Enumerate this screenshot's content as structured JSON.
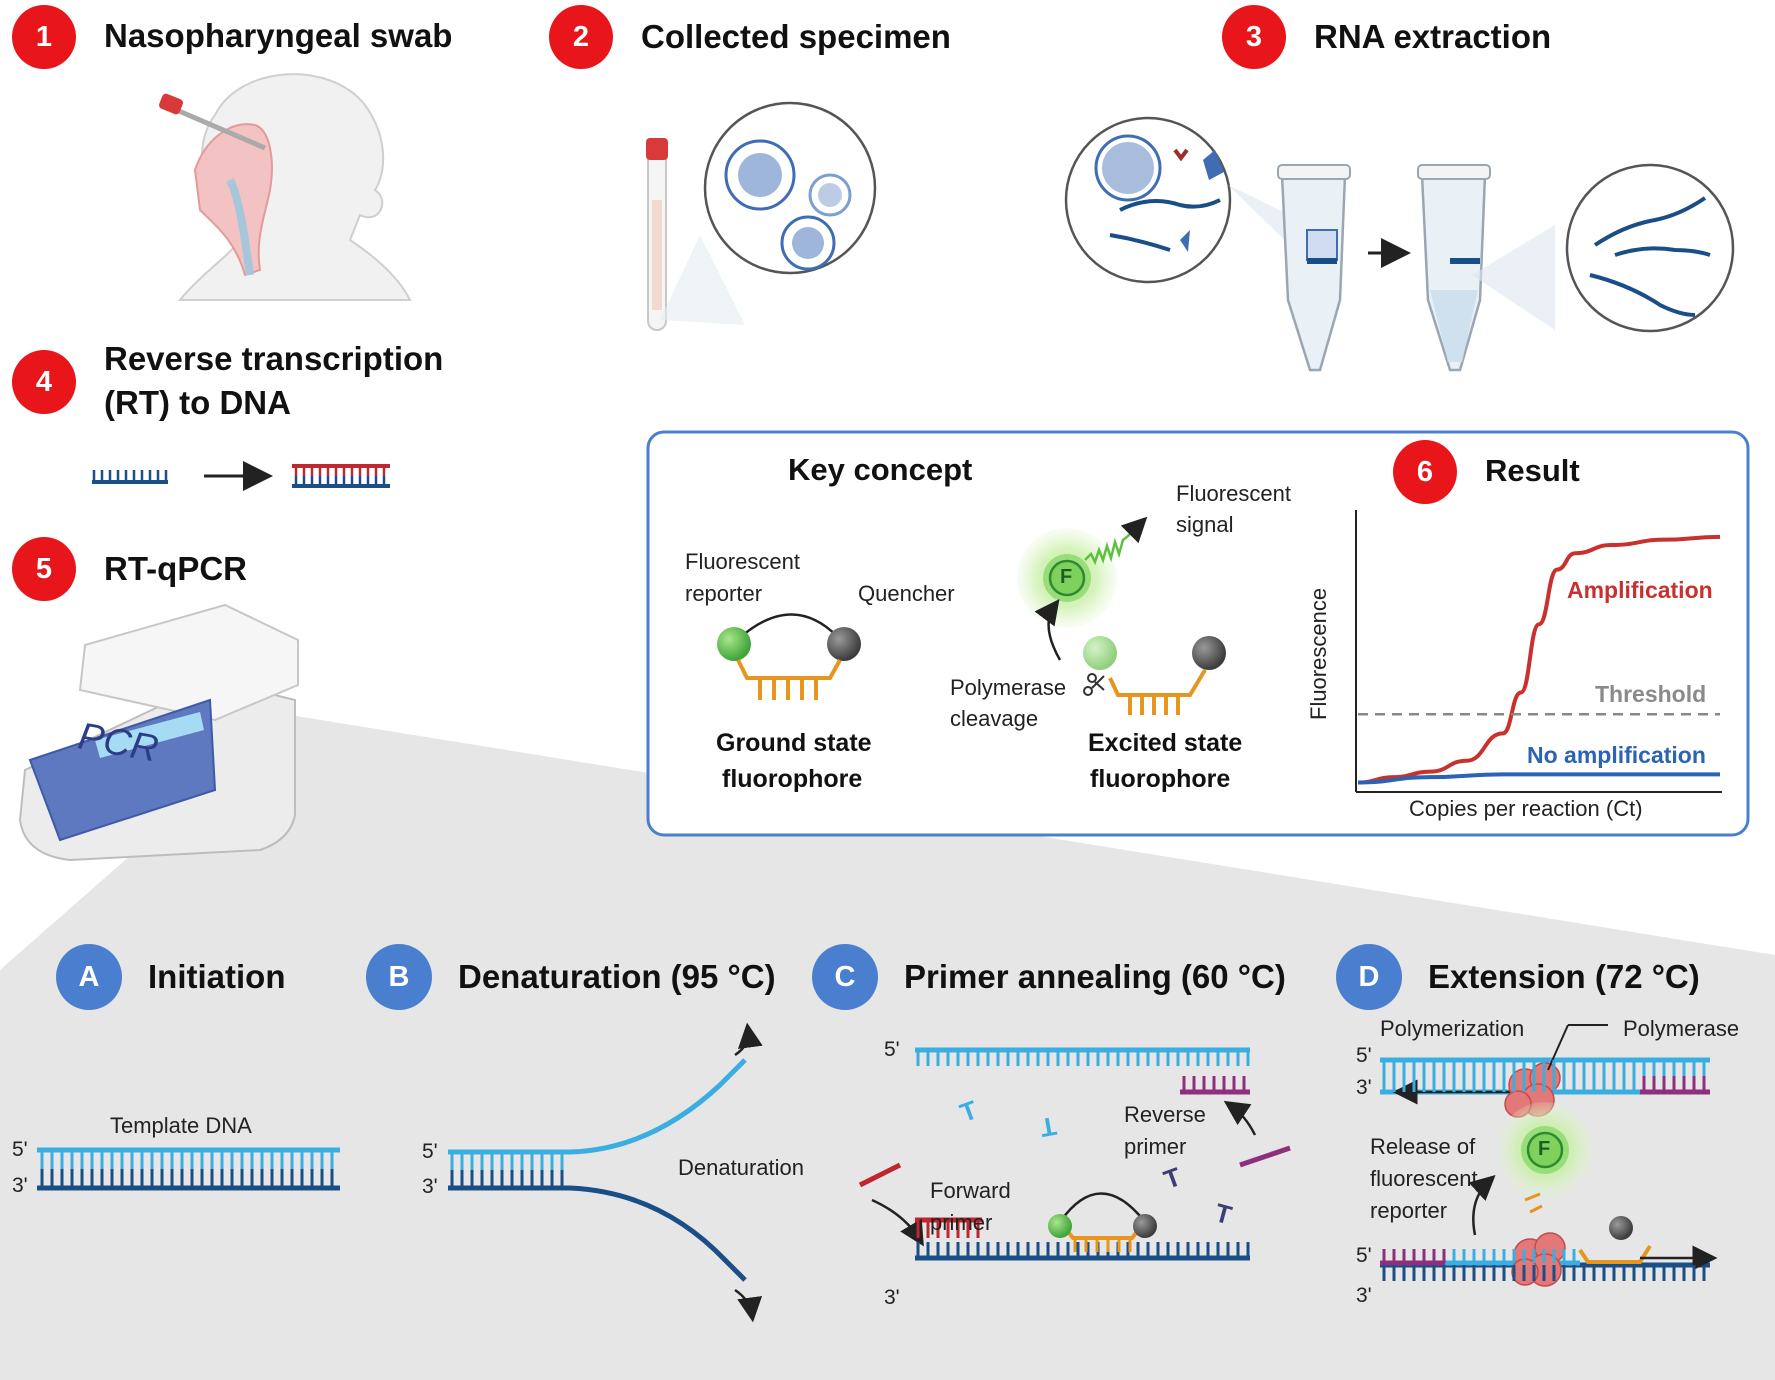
{
  "steps": {
    "s1": {
      "badge": "1",
      "title": "Nasopharyngeal swab"
    },
    "s2": {
      "badge": "2",
      "title": "Collected specimen"
    },
    "s3": {
      "badge": "3",
      "title": "RNA extraction"
    },
    "s4": {
      "badge": "4",
      "title_line1": "Reverse transcription",
      "title_line2": "(RT) to DNA"
    },
    "s5": {
      "badge": "5",
      "title": "RT-qPCR"
    },
    "s6": {
      "badge": "6",
      "title": "Result"
    }
  },
  "pcr_machine": {
    "screen_text": "PCR"
  },
  "key_concept": {
    "title": "Key concept",
    "fluorescent_reporter_1": "Fluorescent",
    "fluorescent_reporter_2": "reporter",
    "quencher": "Quencher",
    "fluorescent_signal_1": "Fluorescent",
    "fluorescent_signal_2": "signal",
    "fluor_letter": "F",
    "polymerase_1": "Polymerase",
    "polymerase_2": "cleavage",
    "ground_1": "Ground state",
    "ground_2": "fluorophore",
    "excited_1": "Excited state",
    "excited_2": "fluorophore"
  },
  "result_chart": {
    "ylabel": "Fluorescence",
    "xlabel": "Copies per reaction (Ct)",
    "amplification": "Amplification",
    "threshold": "Threshold",
    "no_amplification": "No amplification"
  },
  "chart_data": {
    "type": "line",
    "title": "Result",
    "xlabel": "Copies per reaction (Ct)",
    "ylabel": "Fluorescence",
    "series": [
      {
        "name": "Amplification",
        "color": "#c8312e",
        "x": [
          0,
          0.1,
          0.2,
          0.3,
          0.4,
          0.45,
          0.5,
          0.55,
          0.6,
          0.7,
          0.85,
          1.0
        ],
        "y": [
          0.02,
          0.04,
          0.06,
          0.1,
          0.2,
          0.35,
          0.6,
          0.8,
          0.86,
          0.89,
          0.91,
          0.92
        ]
      },
      {
        "name": "No amplification",
        "color": "#2b63b5",
        "x": [
          0,
          0.2,
          0.4,
          0.6,
          0.8,
          1.0
        ],
        "y": [
          0.02,
          0.04,
          0.05,
          0.05,
          0.05,
          0.05
        ]
      },
      {
        "name": "Threshold",
        "color": "#888888",
        "x": [
          0,
          1.0
        ],
        "y": [
          0.27,
          0.27
        ]
      }
    ]
  },
  "phases": {
    "A": {
      "badge": "A",
      "title": "Initiation"
    },
    "B": {
      "badge": "B",
      "title": "Denaturation (95 °C)"
    },
    "C": {
      "badge": "C",
      "title": "Primer annealing (60 °C)"
    },
    "D": {
      "badge": "D",
      "title": "Extension (72 °C)"
    }
  },
  "panel_A": {
    "template": "Template DNA",
    "five": "5'",
    "three": "3'"
  },
  "panel_B": {
    "denaturation": "Denaturation",
    "five": "5'",
    "three": "3'"
  },
  "panel_C": {
    "reverse_1": "Reverse",
    "reverse_2": "primer",
    "forward_1": "Forward",
    "forward_2": "primer",
    "five": "5'",
    "three": "3'"
  },
  "panel_D": {
    "polymerization": "Polymerization",
    "polymerase": "Polymerase",
    "release_1": "Release of",
    "release_2": "fluorescent",
    "release_3": "reporter",
    "fluor_letter": "F",
    "five_top": "5'",
    "three_top": "3'",
    "five_bot": "5'",
    "three_bot": "3'"
  },
  "colors": {
    "badge_red": "#e8151b",
    "badge_blue": "#4a7fd0",
    "light_dna": "#3aaee0",
    "dark_dna": "#1a4e86",
    "primer_red": "#c0262d",
    "primer_purple": "#8e2f7e",
    "probe_orange": "#e6961e",
    "grey_bg": "#e6e6e6",
    "box_border": "#4a7fd0"
  }
}
